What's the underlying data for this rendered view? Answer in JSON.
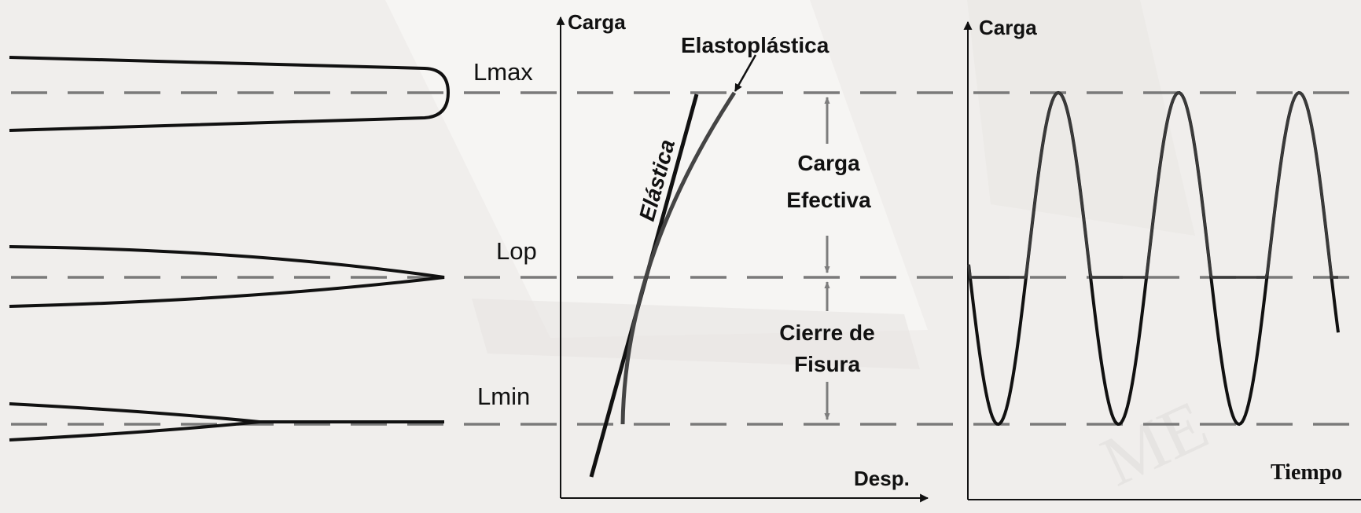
{
  "levels": {
    "lmax": "Lmax",
    "lop": "Lop",
    "lmin": "Lmin"
  },
  "middle_plot": {
    "y_axis_label": "Carga",
    "x_axis_label": "Desp.",
    "elastic_label": "Elástica",
    "elastoplastic_label": "Elastoplástica",
    "effective_load_label": [
      "Carga",
      "Efectiva"
    ],
    "crack_closure_label": [
      "Cierre de",
      "Fisura"
    ]
  },
  "right_plot": {
    "y_axis_label": "Carga",
    "x_axis_label": "Tiempo"
  },
  "watermark": "ME",
  "colors": {
    "background": "#f0eeec",
    "dash_lines": "#7a7a7a",
    "curves": "#111111",
    "arrows": "#7d7d7d"
  }
}
